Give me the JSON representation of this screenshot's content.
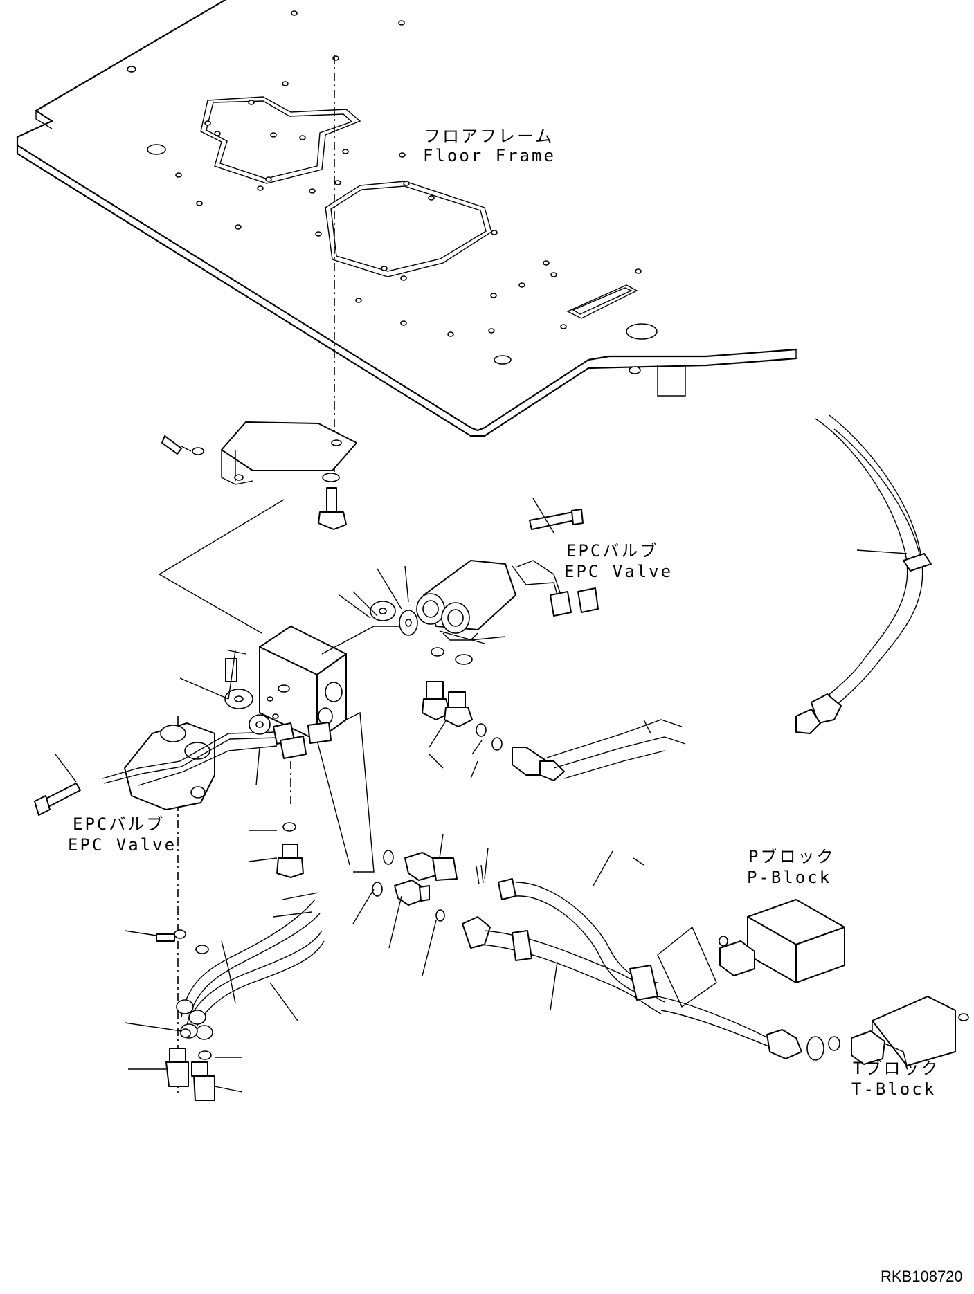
{
  "labels": {
    "floor_frame_jp": "フロアフレーム",
    "floor_frame_en": "Floor Frame",
    "epc_valve_upper_jp": "EPCバルブ",
    "epc_valve_upper_en": "EPC Valve",
    "epc_valve_lower_jp": "EPCバルブ",
    "epc_valve_lower_en": "EPC Valve",
    "p_block_jp": "Pブロック",
    "p_block_en": "P-Block",
    "t_block_jp": "Tブロック",
    "t_block_en": "T-Block"
  },
  "drawing_code": "RKB108720"
}
